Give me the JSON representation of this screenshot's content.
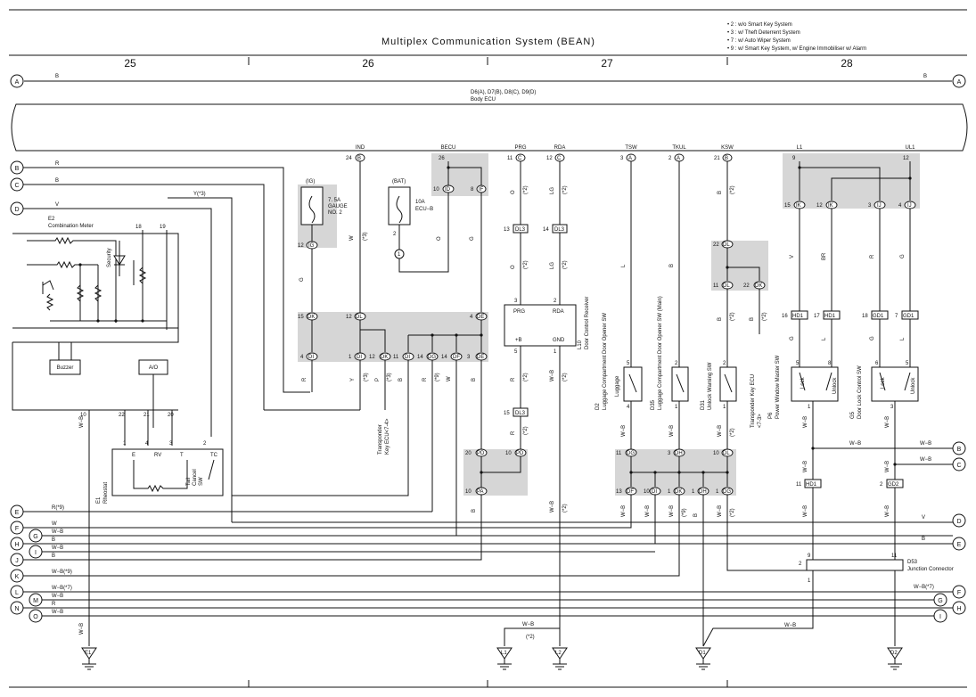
{
  "title": "Multiplex Communication System (BEAN)",
  "notes": [
    "• 2 : w/o Smart Key System",
    "• 3 : w/ Theft Deterrent System",
    "• 7 : w/ Auto Wiper System",
    "• 9 : w/ Smart Key System,  w/ Engine Immobiliser w/ Alarm"
  ],
  "columns": [
    "25",
    "26",
    "27",
    "28"
  ],
  "body_ecu": {
    "codes": "D6(A), D7(B), D8(C), D9(D)",
    "name": "Body ECU"
  },
  "terminals": [
    "IND",
    "BECU",
    "PRG",
    "RDA",
    "TSW",
    "TKUL",
    "KSW",
    "L1",
    "UL1"
  ],
  "left_refs": [
    "A",
    "B",
    "C",
    "D",
    "E",
    "F",
    "G",
    "H",
    "I",
    "J",
    "K",
    "L",
    "M",
    "N",
    "O"
  ],
  "right_refs": [
    "A",
    "B",
    "C",
    "D",
    "E",
    "F",
    "G",
    "H",
    "I"
  ],
  "wire_labels": {
    "a": "B",
    "b": "R",
    "c": "B",
    "d": "V",
    "y3": "Y(*3)",
    "e": "R(*9)",
    "f": "W",
    "g": "W−B",
    "h": "B",
    "i": "W−B",
    "j": "B",
    "k": "W−B(*9)",
    "l": "W−B(*7)",
    "m": "W−B",
    "n": "R",
    "o": "W−B",
    "right_wb_e": "W−B",
    "right_v": "V",
    "right_b": "B",
    "right_wb7": "W−B(*7)"
  },
  "components": {
    "gauge_fuse": [
      "(IG)",
      "7. 5A",
      "GAUGE",
      "NO. 2"
    ],
    "ecub_fuse": [
      "(BAT)",
      "10A",
      "ECU−B"
    ],
    "combination_meter": {
      "id": "E2",
      "name": "Combination Meter"
    },
    "security": "Security",
    "buzzer": "Buzzer",
    "ao": "A/O",
    "rheostat": {
      "id": "E1",
      "name": "Rheostat",
      "pins": [
        "E",
        "RV",
        "T",
        "TC"
      ],
      "sw": [
        "Tail",
        "Cancel",
        "SW"
      ]
    },
    "door_receiver": {
      "id": "L10",
      "name": "Door Control Receiver",
      "pins": [
        "PRG",
        "RDA",
        "+B",
        "GND"
      ]
    },
    "d2": {
      "id": "D2",
      "name": "Luggage Compartment Door Opener SW",
      "label": "Luggage"
    },
    "d35": {
      "id": "D35",
      "name": "Luggage Compartment Door Opener SW (Main)"
    },
    "d31": {
      "id": "D31",
      "name": "Unlock Warning SW"
    },
    "transponder_right": [
      "Transponder Key ECU",
      "<7-3>"
    ],
    "transponder_left": [
      "Transponder",
      "Key ECU<7-4>"
    ],
    "p6": {
      "id": "P6",
      "name": "Power Window Master SW",
      "l1": "Lock",
      "l2": "Unlock"
    },
    "g5": {
      "id": "G5",
      "name": "Door Lock Control SW",
      "l1": "Lock",
      "l2": "Unlock"
    },
    "d53": {
      "id": "D53",
      "name": "Junction Connector"
    }
  },
  "connectors": [
    "DK",
    "IG",
    "DL",
    "DE",
    "DI",
    "DO",
    "DG",
    "DF",
    "ID",
    "IF",
    "DL3",
    "PD",
    "PA",
    "DH",
    "IK",
    "IJ",
    "HD1",
    "GD1",
    "GD2"
  ],
  "grounds": [
    "E1",
    "L1",
    "L2",
    "D1",
    "D2"
  ],
  "colors": {
    "line": "#111111",
    "shade": "#d6d6d6",
    "background": "#ffffff"
  }
}
